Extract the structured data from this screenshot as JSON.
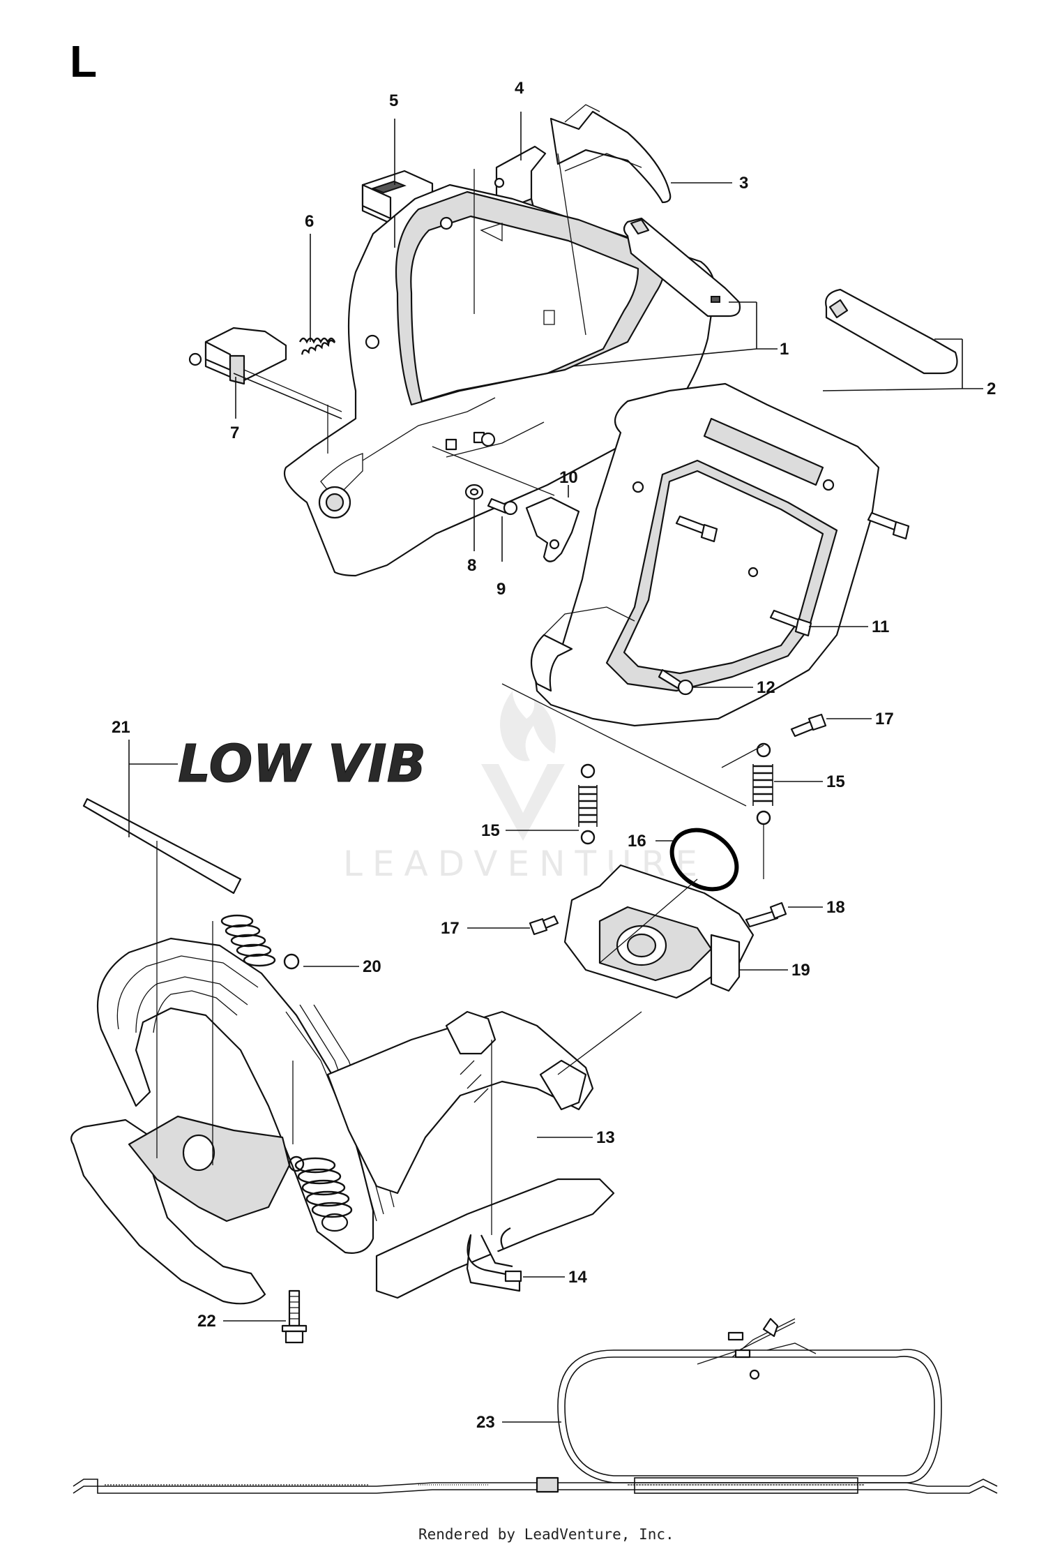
{
  "diagram": {
    "section_letter": "L",
    "watermark": "LEADVENTURE",
    "decal_text": "LOW VIB",
    "footer": "Rendered by LeadVenture, Inc.",
    "callouts": [
      "1",
      "2",
      "3",
      "4",
      "5",
      "6",
      "7",
      "8",
      "9",
      "10",
      "11",
      "12",
      "13",
      "14",
      "15",
      "15",
      "16",
      "17",
      "17",
      "18",
      "19",
      "20",
      "21",
      "22",
      "23"
    ]
  }
}
